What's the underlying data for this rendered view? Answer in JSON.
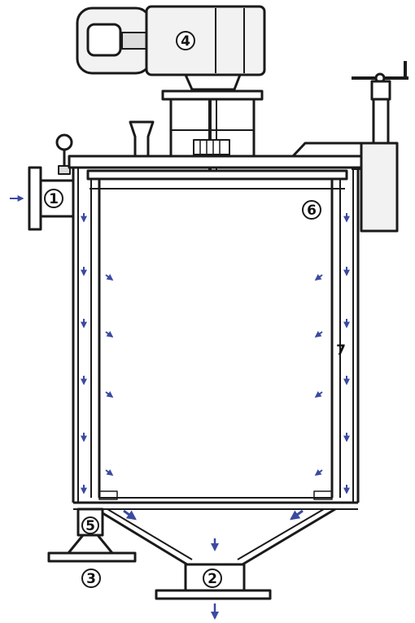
{
  "colors": {
    "stroke": "#1a1a1a",
    "fill": "#ffffff",
    "motor_fill": "#f2f2f2",
    "arrow": "#3b4aa0"
  },
  "callouts": {
    "inlet": "1",
    "bottom_outlet": "2",
    "support_foot": "3",
    "drive_motor": "4",
    "support_base": "5",
    "filter_basket": "6",
    "housing_shell": "7"
  },
  "icons": {
    "flow_arrow": "flow-arrow-icon",
    "lifting_eye": "lifting-eye-icon"
  }
}
